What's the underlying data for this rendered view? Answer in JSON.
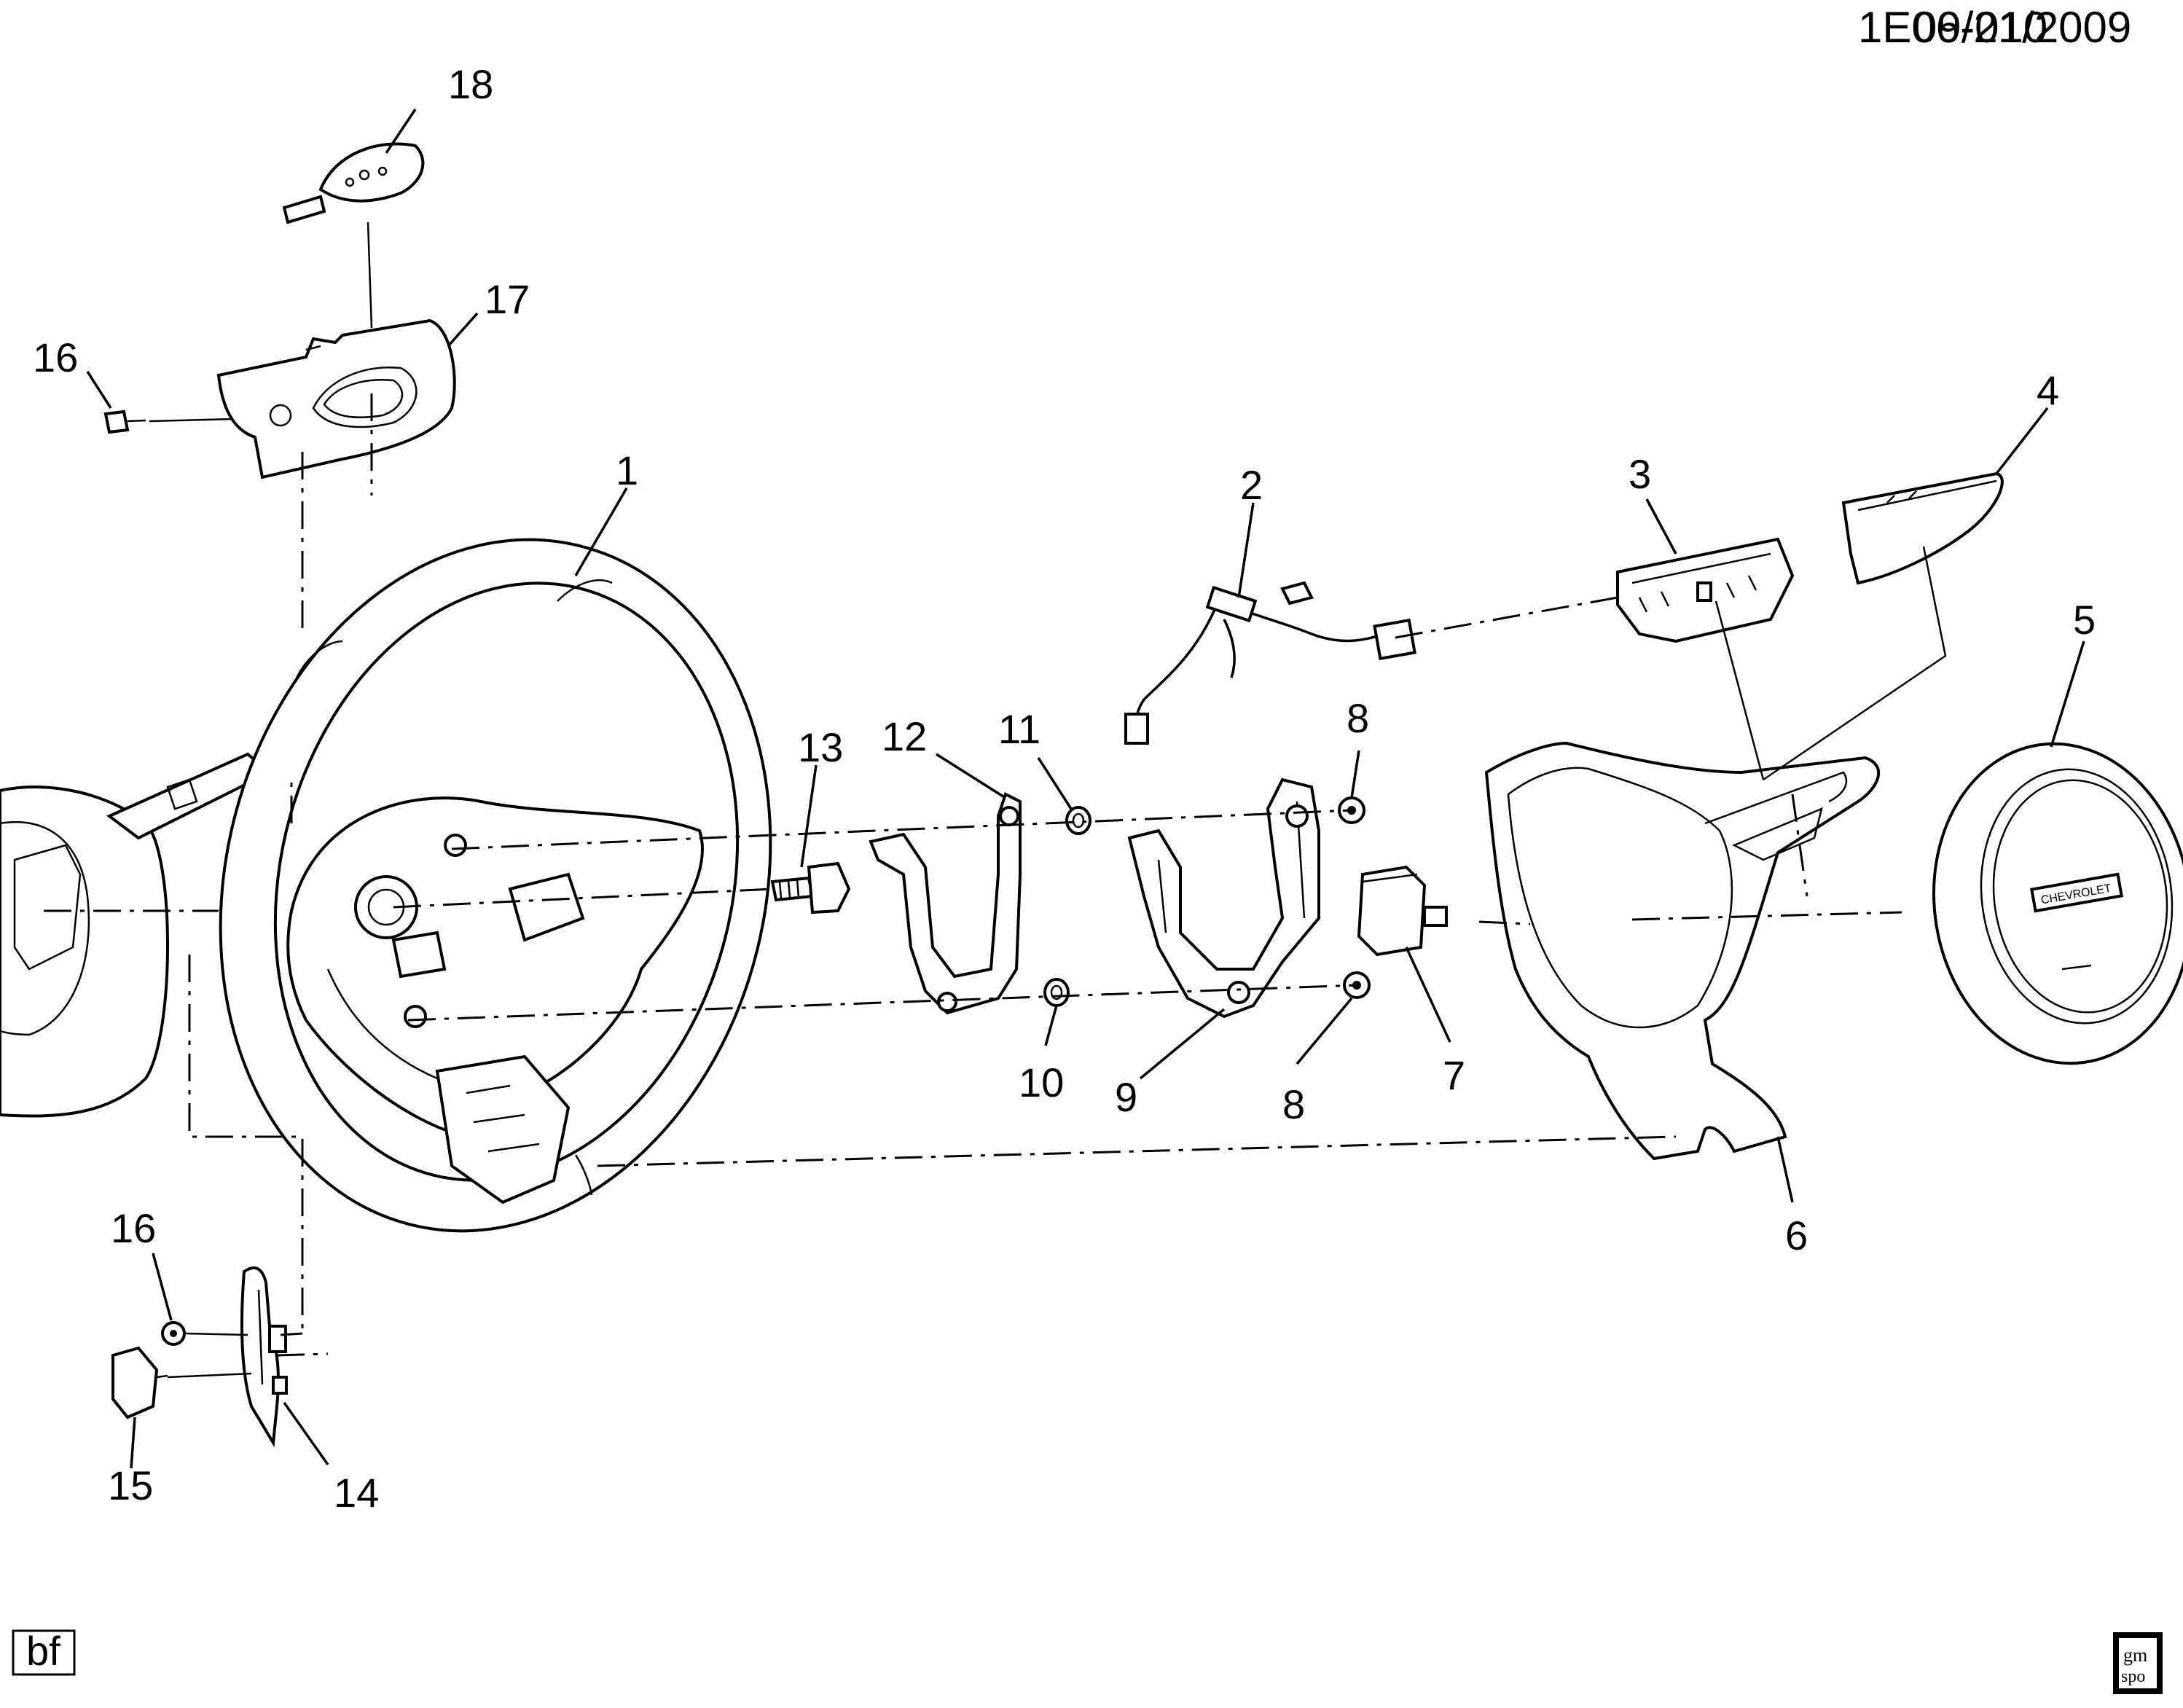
{
  "header": {
    "code": "1E06-010",
    "date": "09/21/2009"
  },
  "footer": {
    "tag": "bf",
    "logo_top": "gm",
    "logo_bottom": "spo"
  },
  "callouts": [
    "1",
    "2",
    "3",
    "4",
    "5",
    "6",
    "7",
    "8",
    "8",
    "9",
    "10",
    "11",
    "12",
    "13",
    "14",
    "15",
    "16",
    "16",
    "17",
    "18"
  ],
  "airbag_text": "CHEVROLET",
  "colors": {
    "ink": "#000000",
    "paper": "#ffffff"
  }
}
